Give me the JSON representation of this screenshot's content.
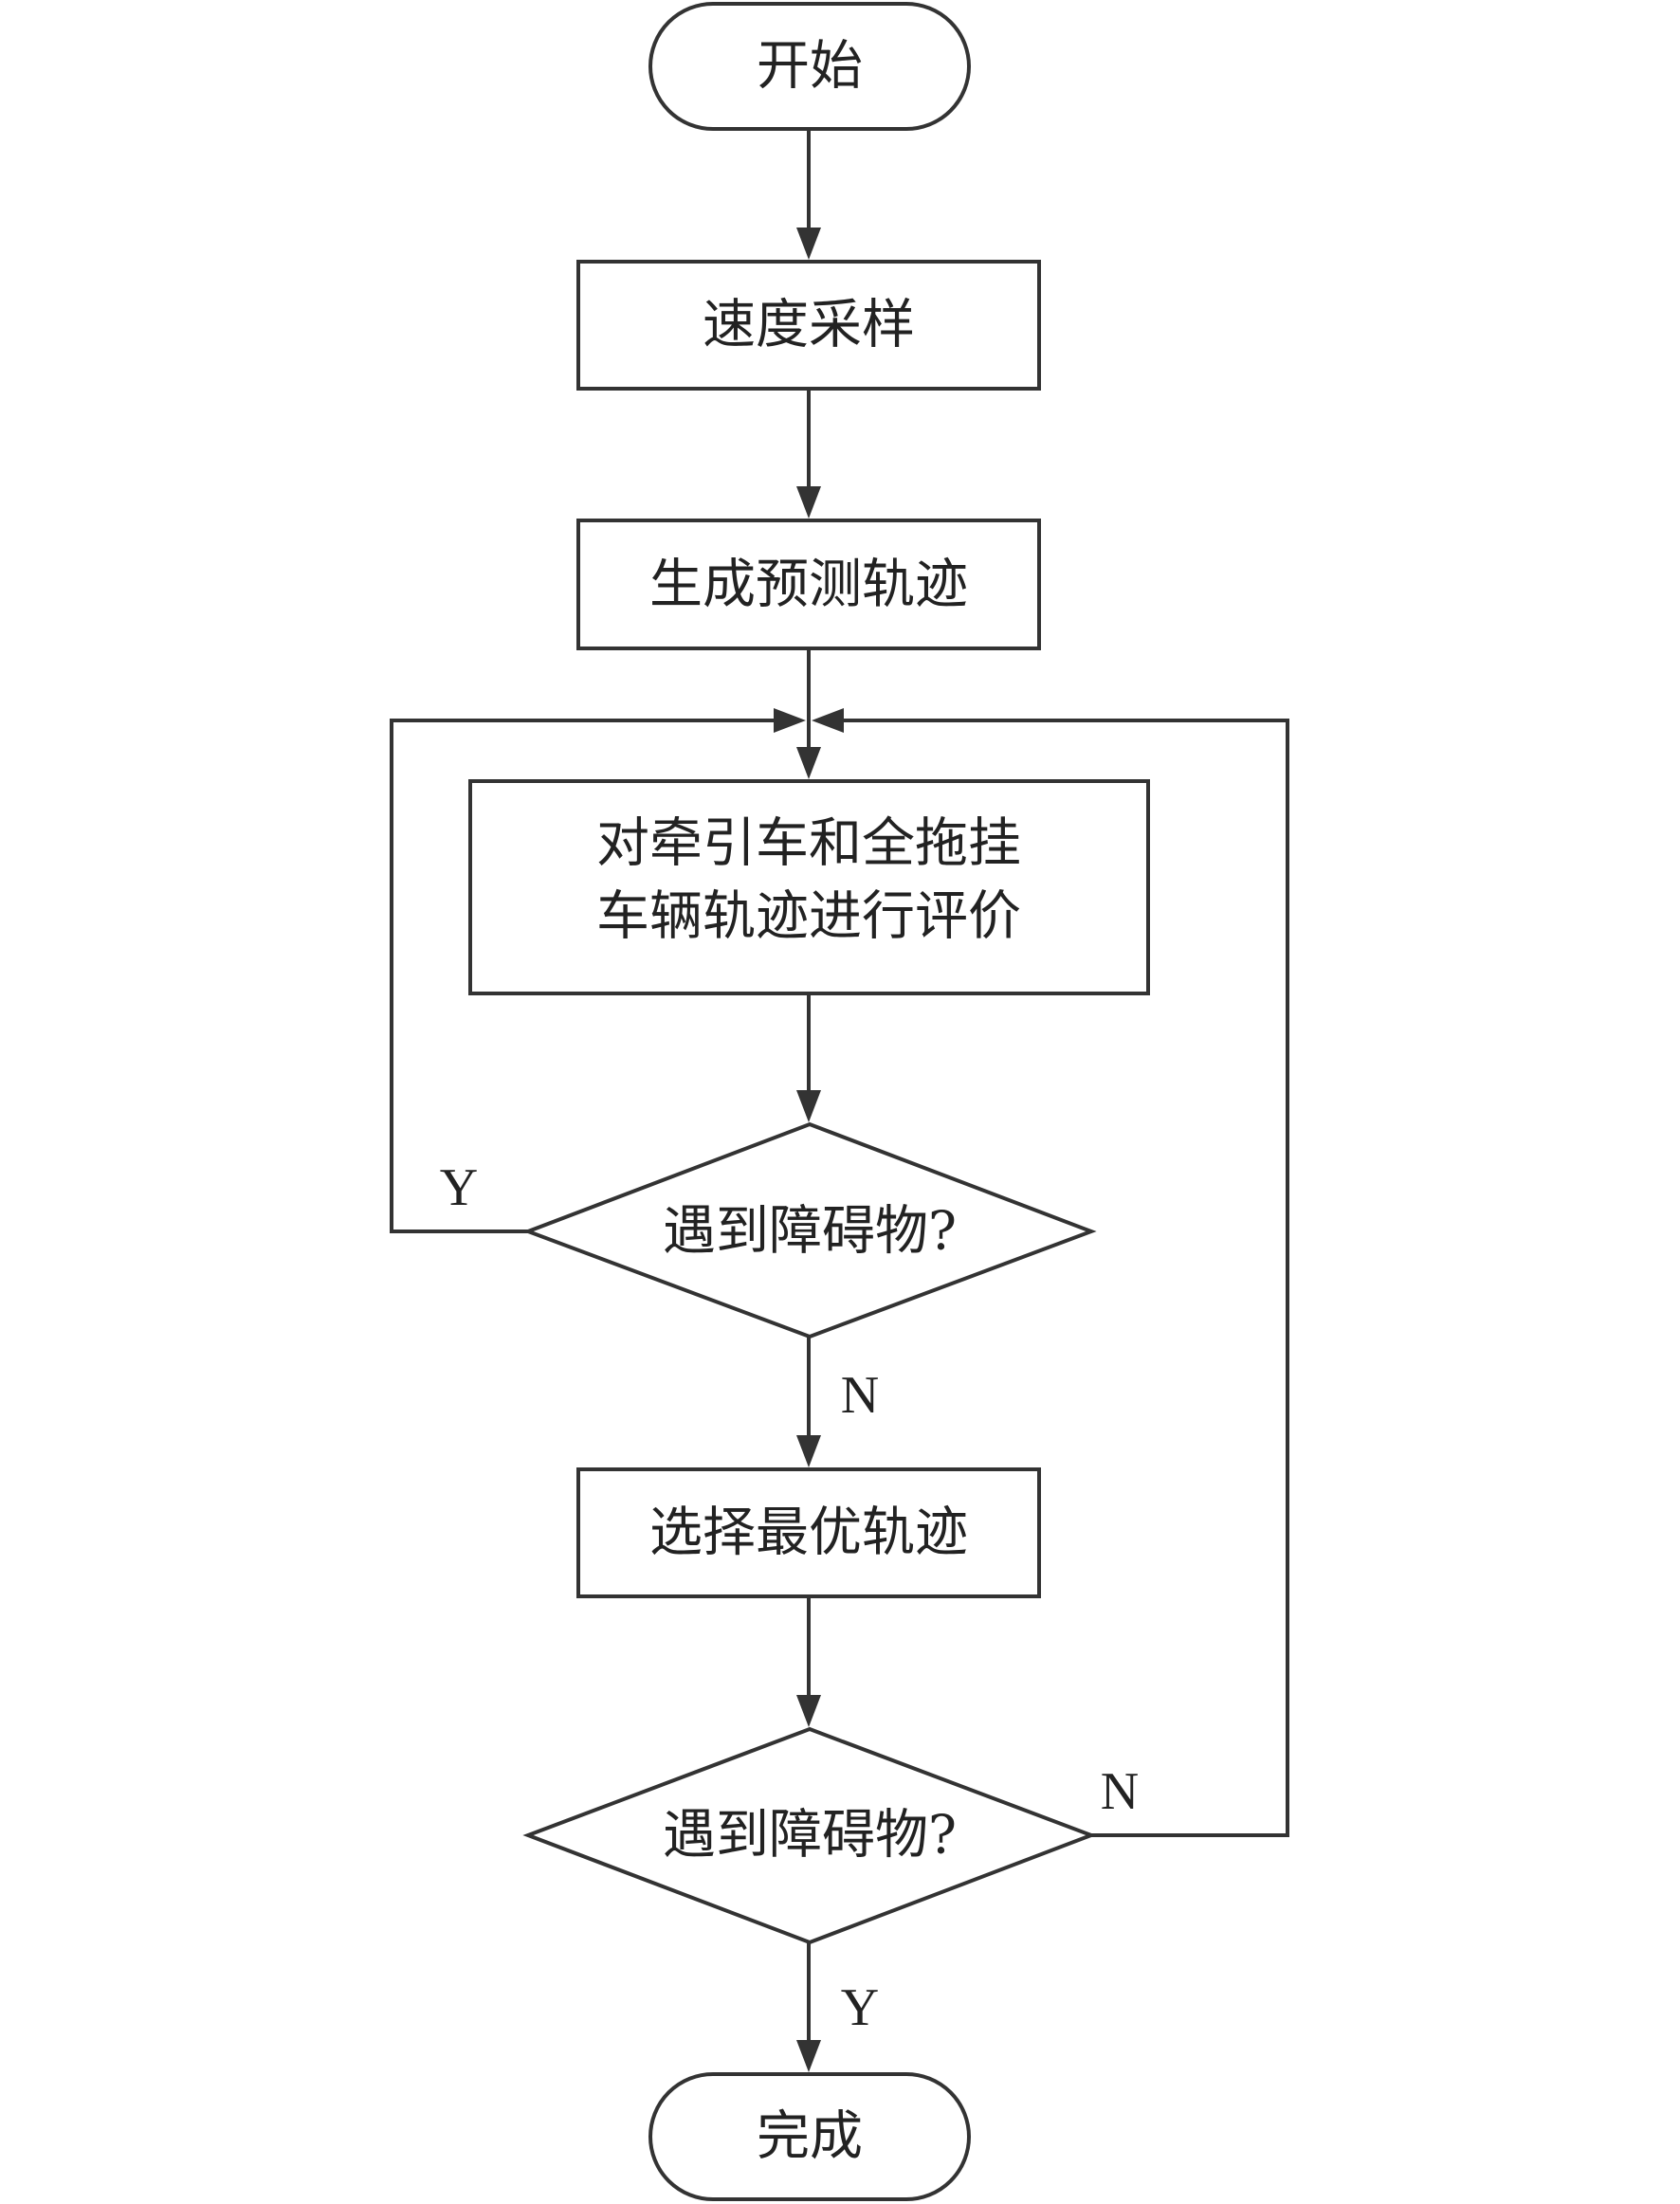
{
  "nodes": {
    "start": "开始",
    "speed_sampling": "速度采样",
    "generate_trajectory": "生成预测轨迹",
    "evaluate_line1": "对牵引车和全拖挂",
    "evaluate_line2": "车辆轨迹进行评价",
    "decision1": "遇到障碍物?",
    "select_optimal": "选择最优轨迹",
    "decision2": "遇到障碍物?",
    "end": "完成"
  },
  "edge_labels": {
    "d1_yes": "Y",
    "d1_no": "N",
    "d2_no": "N",
    "d2_yes": "Y"
  }
}
